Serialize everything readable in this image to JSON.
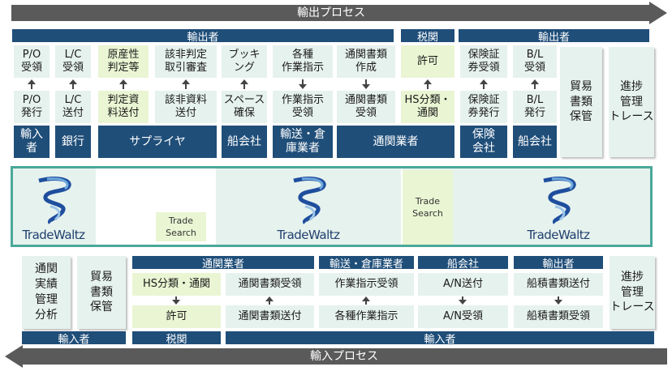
{
  "colors": {
    "navy": "#1f4e79",
    "mint": "#e6f2ed",
    "yellow": "#eaf5d3",
    "teal": "#4aa89a",
    "gray_arrow": "#5a5a5a"
  },
  "export": {
    "title": "輸出プロセス",
    "headers": {
      "exporter_left": "輸出者",
      "customs": "税関",
      "exporter_right": "輸出者"
    },
    "top_row": [
      "P/O\n受領",
      "L/C\n受領",
      "原産性\n判定等",
      "該非判定\n取引審査",
      "ブッキ\nング",
      "各種\n作業指示",
      "通関書類\n作成",
      "許可",
      "保険証\n券受領",
      "B/L\n受領"
    ],
    "bottom_row": [
      "P/O\n発行",
      "L/C\n送付",
      "判定資\n料送付",
      "該非資料\n送付",
      "スペース\n確保",
      "作業指示\n受領",
      "通関書類\n受領",
      "HS分類・\n通関",
      "保険証\n券発行",
      "B/L\n発行"
    ],
    "actors": [
      "輸入\n者",
      "銀行",
      "サプライヤ",
      "船会社",
      "輸送・倉\n庫業者",
      "通関業者",
      "保険\n会社",
      "船会社"
    ],
    "side_boxes": [
      "貿易\n書類\n保管",
      "進捗\n管理\nトレース"
    ]
  },
  "platform": {
    "logo_text": "TradeWaltz",
    "search_label": "Trade\nSearch"
  },
  "import": {
    "title": "輸入プロセス",
    "left_boxes": [
      "通関\n実績\n管理\n分析",
      "貿易\n書類\n保管"
    ],
    "right_box": "進捗\n管理\nトレース",
    "headers": {
      "customs_broker": "通関業者",
      "logistics": "輸送・倉庫業者",
      "shipping": "船会社",
      "exporter": "輸出者"
    },
    "top_row": [
      "HS分類・通関",
      "通関書類受領",
      "作業指示受領",
      "A/N送付",
      "船積書類送付"
    ],
    "bottom_row": [
      "許可",
      "通関書類送付",
      "各種作業指示",
      "A/N受領",
      "船積書類受領"
    ],
    "bottom_actors": {
      "importer_left": "輸入者",
      "customs": "税関",
      "importer_right": "輸入者"
    }
  }
}
